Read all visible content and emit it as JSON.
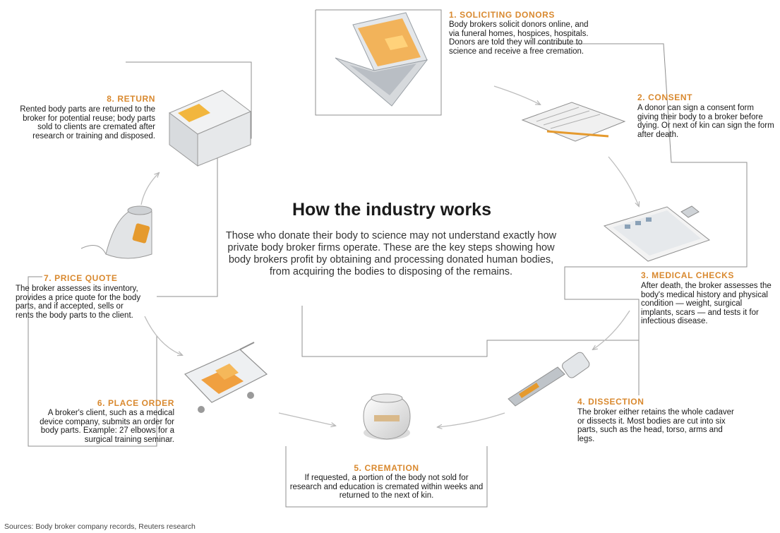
{
  "title": "How the industry works",
  "intro": "Those who donate their body to science may not understand exactly how private body broker firms operate. These are the key steps showing how body brokers profit by obtaining and processing donated human bodies, from acquiring the bodies to disposing of the remains.",
  "steps": [
    {
      "title": "1. SOLICITING DONORS",
      "text": "Body brokers solicit donors online, and via funeral homes, hospices, hospitals. Donors are told they will contribute to science and receive a free cremation.",
      "icon": "laptop-icon"
    },
    {
      "title": "2. CONSENT",
      "text": "A donor can sign a consent form giving their body to a broker before dying. Or next of kin can sign the form after death.",
      "icon": "consent-form-icon"
    },
    {
      "title": "3. MEDICAL CHECKS",
      "text": "After death, the broker assesses the body's medical history and physical condition — weight, surgical implants, scars — and tests it for infectious disease.",
      "icon": "clipboard-icon"
    },
    {
      "title": "4. DISSECTION",
      "text": "The broker either retains the whole cadaver or dissects it. Most bodies are cut into six parts, such as the head, torso, arms and legs.",
      "icon": "bone-saw-icon"
    },
    {
      "title": "5. CREMATION",
      "text": "If requested, a portion of the body not sold for research and education is cremated within weeks and returned to the next of kin.",
      "icon": "urn-icon"
    },
    {
      "title": "6. PLACE ORDER",
      "text": "A broker's client, such as a medical device company, submits an order for body parts. Example: 27 elbows for a surgical training seminar.",
      "icon": "shopping-cart-icon"
    },
    {
      "title": "7. PRICE QUOTE",
      "text": "The broker assesses its inventory, provides a price quote for the body parts, and if accepted, sells or rents the body parts to the client.",
      "icon": "price-tag-foot-icon"
    },
    {
      "title": "8. RETURN",
      "text": "Rented body parts are returned to the broker for potential reuse; body parts sold to clients are cremated after research or training and disposed.",
      "icon": "box-icon"
    }
  ],
  "sources": "Sources: Body broker company records, Reuters research",
  "colors": {
    "accent": "#d9892f",
    "outline": "#8a8a8a",
    "arrow": "#bdbdbd",
    "text": "#1a1a1a"
  }
}
